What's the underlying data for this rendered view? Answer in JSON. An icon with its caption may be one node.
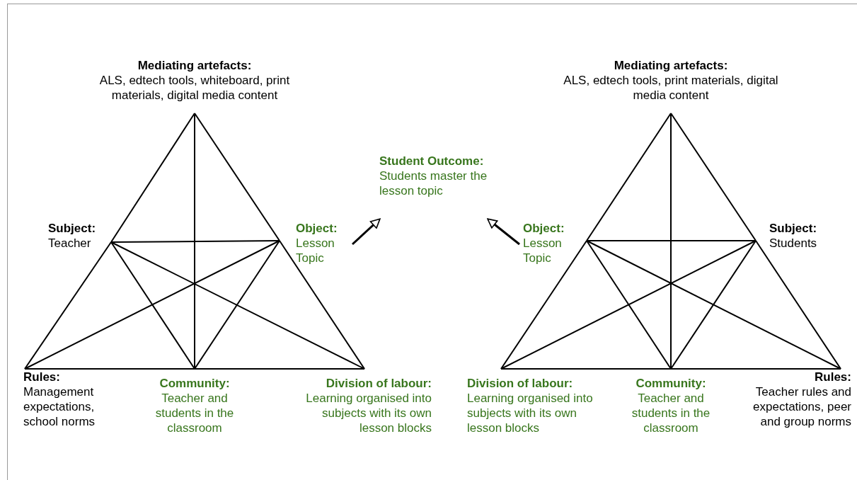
{
  "diagram": {
    "nodes": [
      {
        "text": [
          "Mediating artefacts:",
          "ALS, edtech tools, whiteboard, print materials, digital media content"
        ]
      },
      {
        "text": [
          "Subject:",
          "Teacher"
        ]
      },
      {
        "text": [
          "Object:",
          "Lesson Topic"
        ]
      },
      {
        "text": [
          "Rules:",
          "Management expectations, school norms"
        ]
      },
      {
        "text": [
          "Community:",
          "Teacher and students in the classroom"
        ]
      },
      {
        "text": [
          "Division of labour:",
          "Learning organised into subjects with its own lesson blocks"
        ]
      },
      {
        "text": [
          "Student Outcome:",
          "Students master the lesson topic"
        ]
      },
      {
        "text": [
          "Mediating artefacts:",
          "ALS, edtech tools, print materials, digital media content"
        ]
      },
      {
        "text": [
          "Object:",
          "Lesson Topic"
        ]
      },
      {
        "text": [
          "Subject:",
          "Students"
        ]
      },
      {
        "text": [
          "Division of labour:",
          "Learning organised into subjects with its own lesson blocks"
        ]
      },
      {
        "text": [
          "Community:",
          "Teacher and students in the classroom"
        ]
      },
      {
        "text": [
          "Rules:",
          "Teacher rules and expectations, peer and group norms"
        ]
      }
    ],
    "edges": [
      {
        "from": 0,
        "to": 1,
        "arrow": "none"
      },
      {
        "from": 1,
        "to": 3,
        "arrow": "none"
      },
      {
        "from": 0,
        "to": 2,
        "arrow": "none"
      },
      {
        "from": 2,
        "to": 5,
        "arrow": "none"
      },
      {
        "from": 3,
        "to": 4,
        "arrow": "none"
      },
      {
        "from": 4,
        "to": 5,
        "arrow": "none"
      },
      {
        "from": 1,
        "to": 2,
        "arrow": "none"
      },
      {
        "from": 1,
        "to": 4,
        "arrow": "none"
      },
      {
        "from": 1,
        "to": 5,
        "arrow": "none"
      },
      {
        "from": 2,
        "to": 3,
        "arrow": "none"
      },
      {
        "from": 2,
        "to": 4,
        "arrow": "none"
      },
      {
        "from": 0,
        "to": 4,
        "arrow": "none"
      },
      {
        "from": 2,
        "to": 6,
        "arrow": "to"
      },
      {
        "from": 8,
        "to": 6,
        "arrow": "to"
      },
      {
        "from": 7,
        "to": 8,
        "arrow": "none"
      },
      {
        "from": 8,
        "to": 10,
        "arrow": "none"
      },
      {
        "from": 7,
        "to": 9,
        "arrow": "none"
      },
      {
        "from": 9,
        "to": 12,
        "arrow": "none"
      },
      {
        "from": 10,
        "to": 11,
        "arrow": "none"
      },
      {
        "from": 11,
        "to": 12,
        "arrow": "none"
      },
      {
        "from": 8,
        "to": 9,
        "arrow": "none"
      },
      {
        "from": 8,
        "to": 11,
        "arrow": "none"
      },
      {
        "from": 8,
        "to": 12,
        "arrow": "none"
      },
      {
        "from": 9,
        "to": 10,
        "arrow": "none"
      },
      {
        "from": 9,
        "to": 11,
        "arrow": "none"
      },
      {
        "from": 7,
        "to": 11,
        "arrow": "none"
      }
    ]
  }
}
